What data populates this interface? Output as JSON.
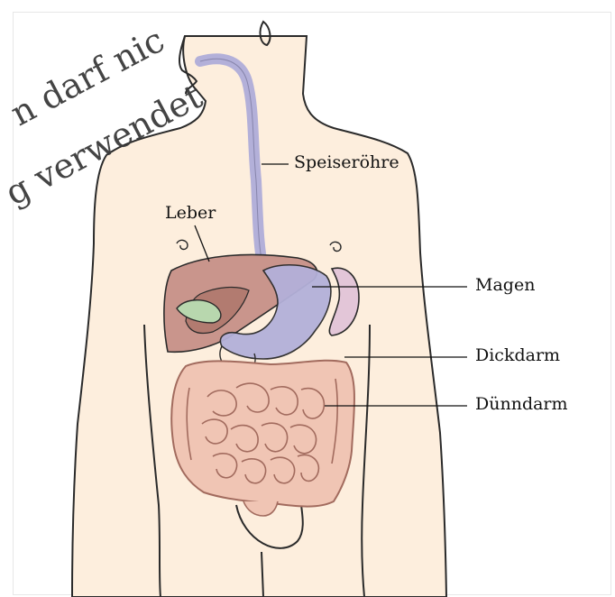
{
  "labels": {
    "esophagus": "Speiseröhre",
    "liver": "Leber",
    "stomach": "Magen",
    "large_intestine": "Dickdarm",
    "small_intestine": "Dünndarm"
  },
  "watermark": {
    "line1": "n darf nic",
    "line2": "g verwendet"
  },
  "colors": {
    "skin": "#fdeedd",
    "outline": "#2a2a2a",
    "esophagus_stomach": "#b3b0d9",
    "liver": "#c9958c",
    "liver_dark": "#b27b70",
    "gallbladder": "#b8d7ae",
    "spleen": "#e3c6d8",
    "intestine": "#f0c5b4",
    "intestine_line": "#a26b5e"
  }
}
